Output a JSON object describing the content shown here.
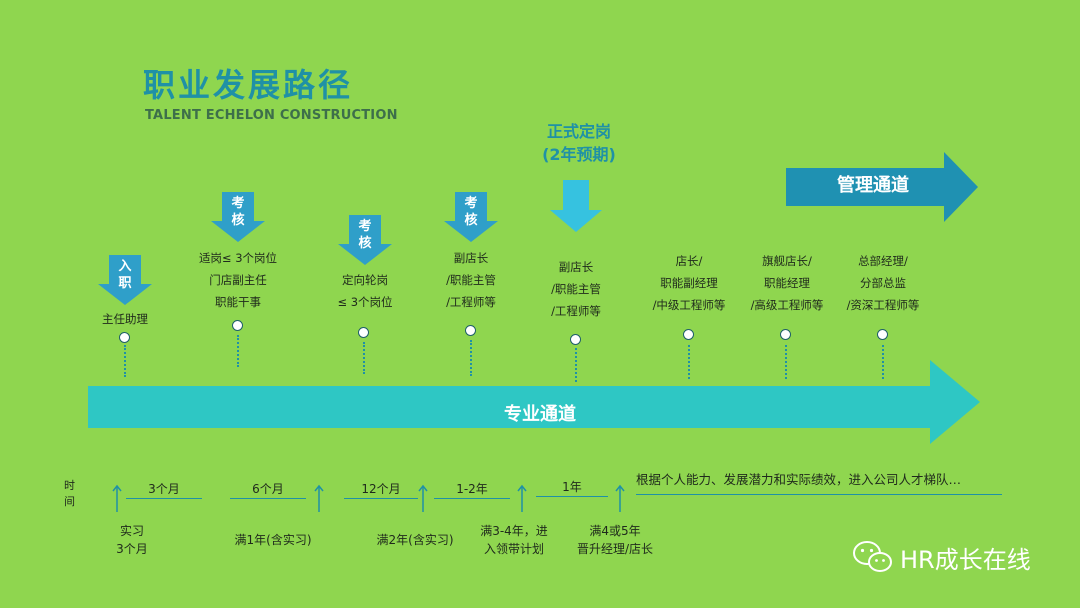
{
  "header": {
    "title": "职业发展路径",
    "subtitle": "TALENT ECHELON CONSTRUCTION"
  },
  "fixed_post": {
    "line1": "正式定岗",
    "line2": "(2年预期)"
  },
  "channels": {
    "management": "管理通道",
    "professional": "专业通道"
  },
  "markers": {
    "entry_top": "入",
    "entry_bottom": "职",
    "assess_top": "考",
    "assess_bottom": "核"
  },
  "stages": [
    {
      "lines": [
        "主任助理"
      ]
    },
    {
      "lines": [
        "适岗≤ 3个岗位",
        "门店副主任",
        "职能干事"
      ]
    },
    {
      "lines": [
        "定向轮岗",
        "≤ 3个岗位"
      ]
    },
    {
      "lines": [
        "副店长",
        "/职能主管",
        "/工程师等"
      ]
    },
    {
      "lines": [
        "副店长",
        "/职能主管",
        "/工程师等"
      ]
    },
    {
      "lines": [
        "店长/",
        "职能副经理",
        "/中级工程师等"
      ]
    },
    {
      "lines": [
        "旗舰店长/",
        "职能经理",
        "/高级工程师等"
      ]
    },
    {
      "lines": [
        "总部经理/",
        "分部总监",
        "/资深工程师等"
      ]
    }
  ],
  "timeline": {
    "label": "时间",
    "periods": [
      "3个月",
      "6个月",
      "12个月",
      "1-2年",
      "1年"
    ],
    "milestones": [
      {
        "lines": [
          "实习",
          "3个月"
        ]
      },
      {
        "lines": [
          "满1年(含实习)"
        ]
      },
      {
        "lines": [
          "满2年(含实习)"
        ]
      },
      {
        "lines": [
          "满3-4年，进",
          "入领带计划"
        ]
      },
      {
        "lines": [
          "满4或5年",
          "晋升经理/店长"
        ]
      }
    ],
    "note": "根据个人能力、发展潜力和实际绩效，进入公司人才梯队…"
  },
  "brand": {
    "name": "HR成长在线"
  },
  "colors": {
    "background": "#8fd64f",
    "teal": "#2ec7c4",
    "blue": "#1f91a6",
    "arrow_blue": "#2f9fc9"
  }
}
